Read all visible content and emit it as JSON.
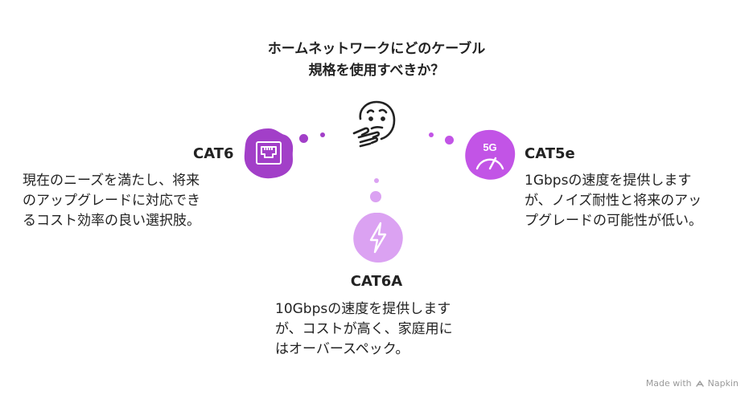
{
  "title": {
    "line1": "ホームネットワークにどのケーブル",
    "line2": "規格を使用すべきか？"
  },
  "options": {
    "cat6": {
      "name": "CAT6",
      "desc": [
        "現在のニーズを満たし、将来",
        "のアップグレードに対応でき",
        "るコスト効率の良い選択肢。"
      ],
      "icon": "ethernet-port-icon",
      "color": "#a23fc8"
    },
    "cat5e": {
      "name": "CAT5e",
      "desc": [
        "1Gbpsの速度を提供します",
        "が、ノイズ耐性と将来のアッ",
        "プグレードの可能性が低い。"
      ],
      "icon": "5g-gauge-icon",
      "badge": "5G",
      "color": "#c254e6"
    },
    "cat6a": {
      "name": "CAT6A",
      "desc": [
        "10Gbpsの速度を提供します",
        "が、コストが高く、家庭用に",
        "はオーバースペック。"
      ],
      "icon": "lightning-bolt-icon",
      "color": "#dba2f2"
    }
  },
  "center_icon": "thinking-face-icon",
  "footer": {
    "made_with": "Made with",
    "brand": "Napkin"
  }
}
